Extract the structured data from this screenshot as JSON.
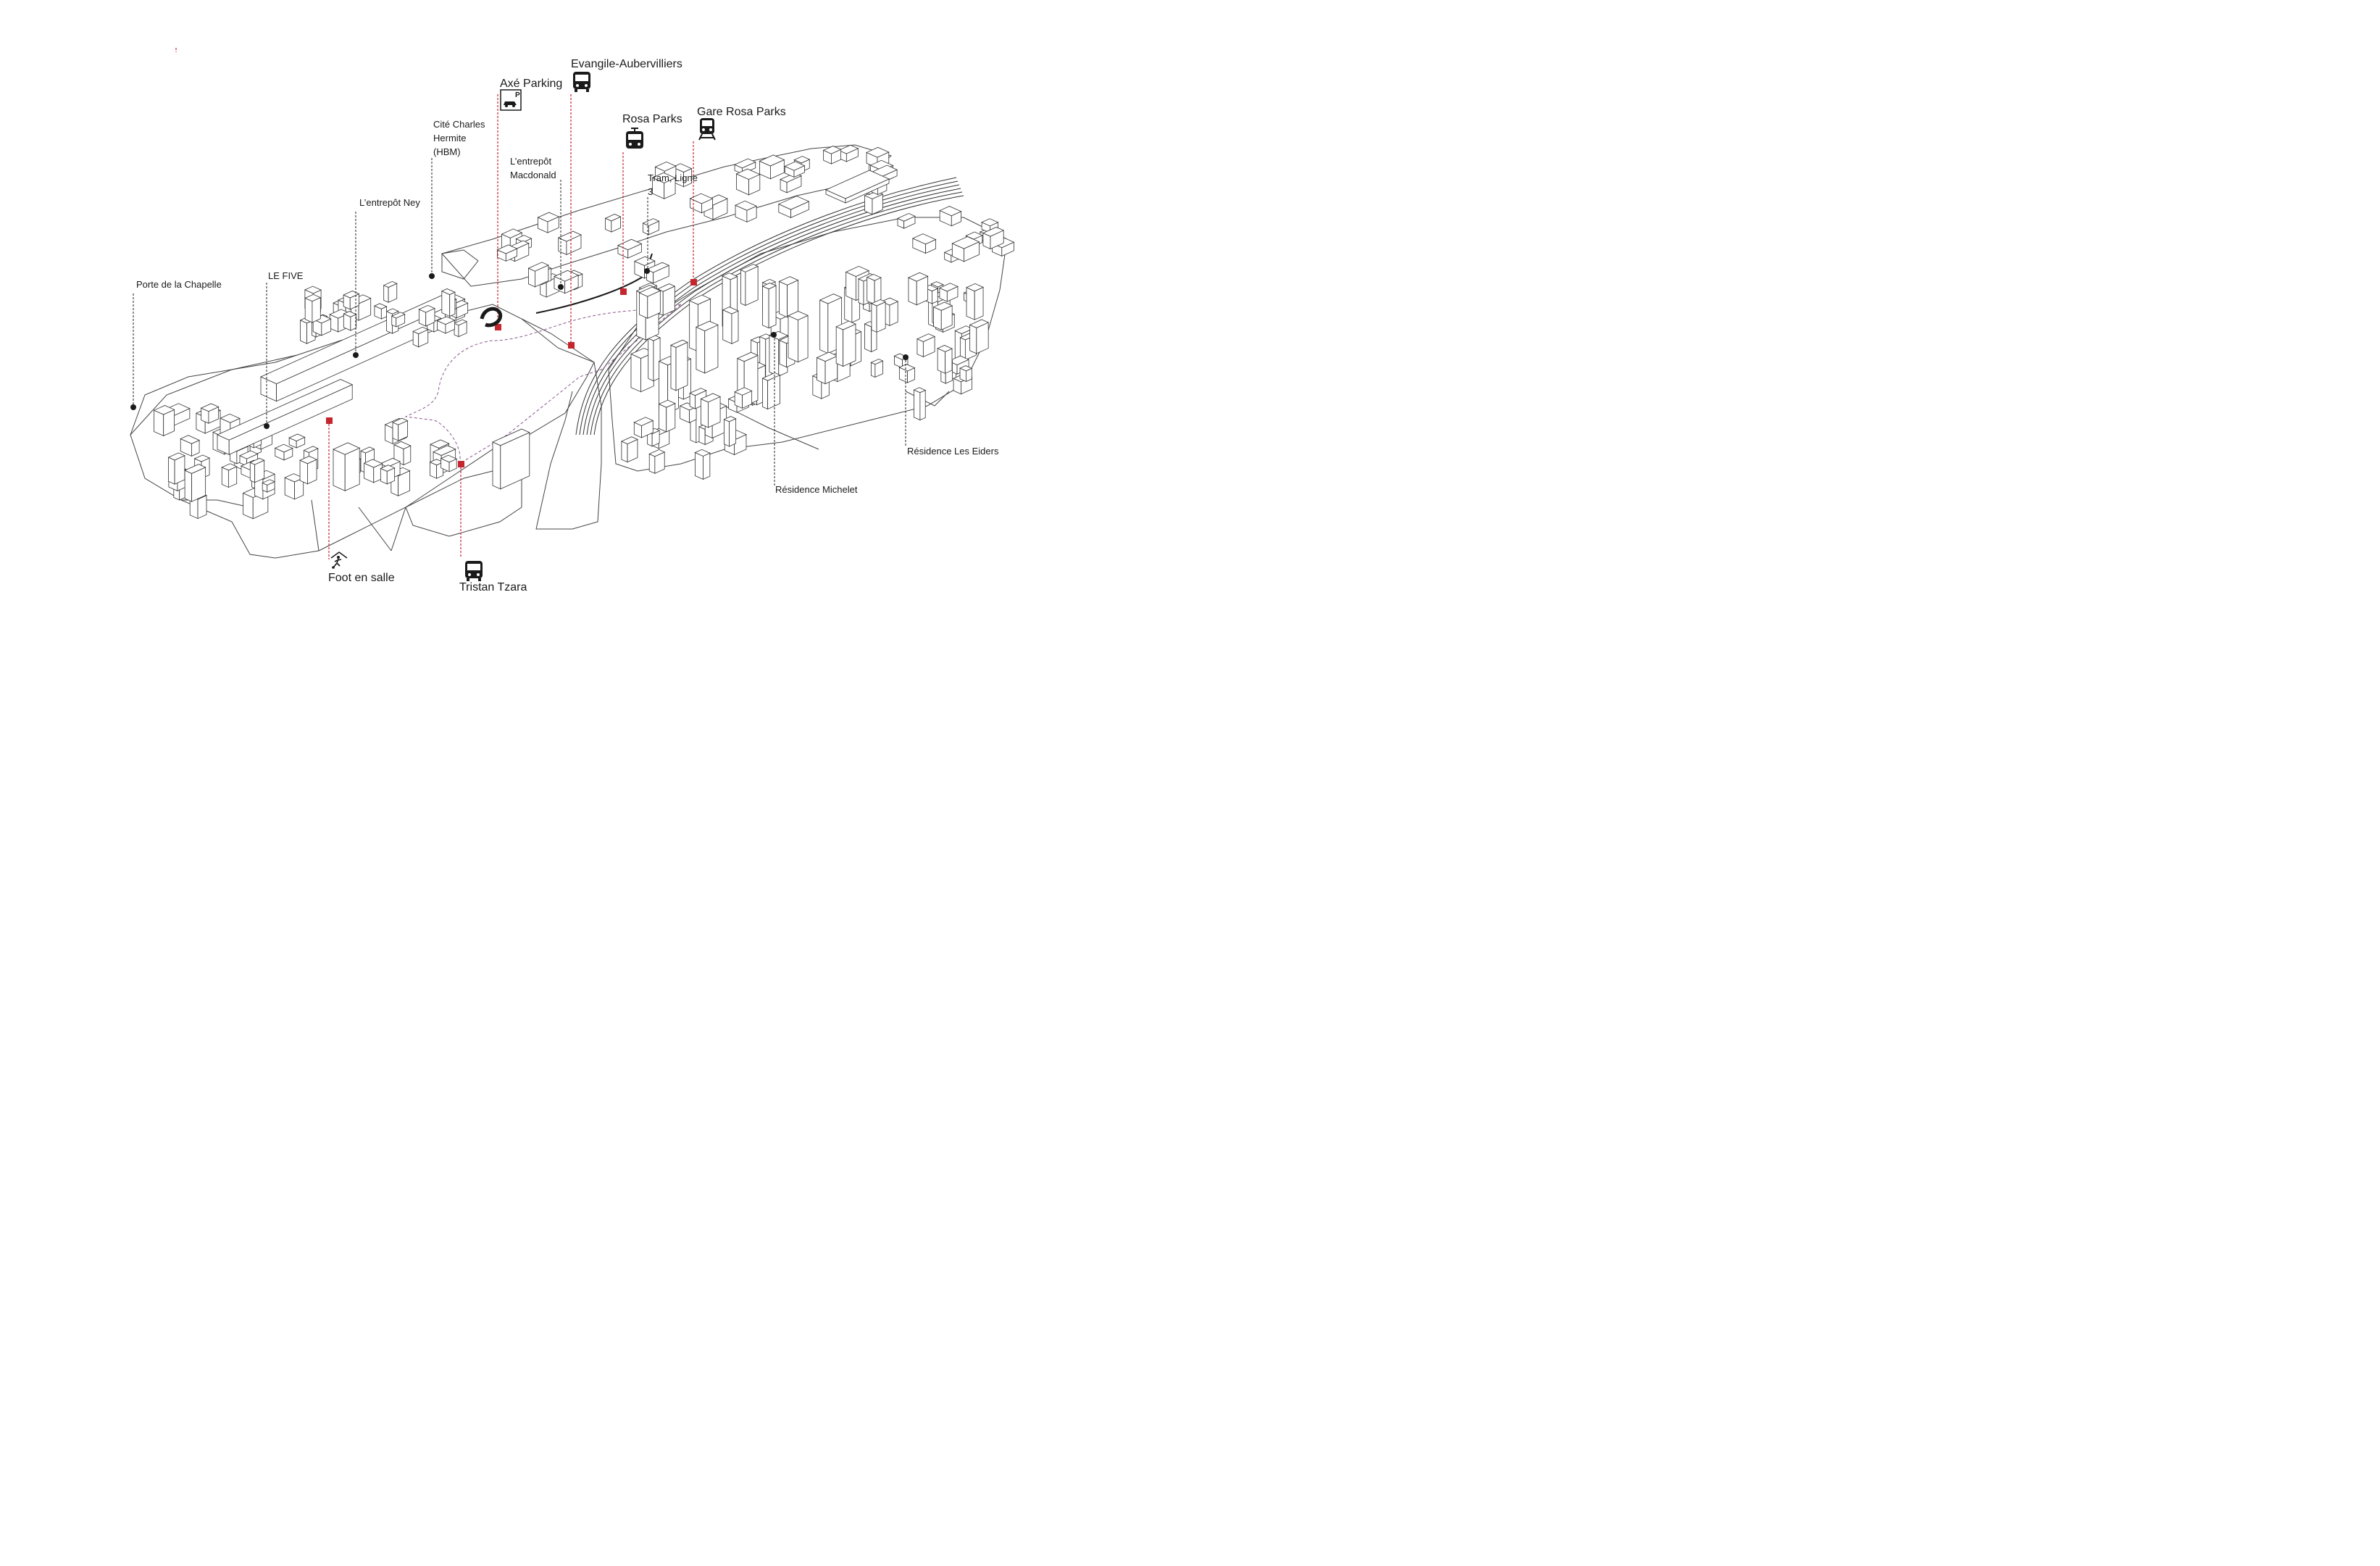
{
  "colors": {
    "accent_red": "#c4262e",
    "ink": "#1a1a1a",
    "path_purple": "#8a5a8e",
    "building_line": "#333333"
  },
  "labels": {
    "porte_chapelle": "Porte de la Chapelle",
    "le_five": "LE FIVE",
    "entrepot_ney": "L’entrepôt Ney",
    "cite_charles": "Cité Charles\nHermite\n(HBM)",
    "axe_parking": "Axé Parking",
    "entrepot_macdonald": "L’entrepôt\nMacdonald",
    "evangile": "Evangile-Aubervilliers",
    "rosa_parks": "Rosa Parks",
    "tram_ligne": "Tram, Ligne\n3",
    "gare_rosa_parks": "Gare Rosa Parks",
    "residence_michelet": "Résidence Michelet",
    "residence_eiders": "Résidence Les Eiders",
    "foot_en_salle": "Foot en salle",
    "tristan_tzara": "Tristan Tzara",
    "parking_glyph": "P"
  },
  "icons": {
    "bus": "bus-icon",
    "tram": "tram-icon",
    "train": "train-icon",
    "parking": "parking-icon",
    "football": "football-player-icon"
  }
}
